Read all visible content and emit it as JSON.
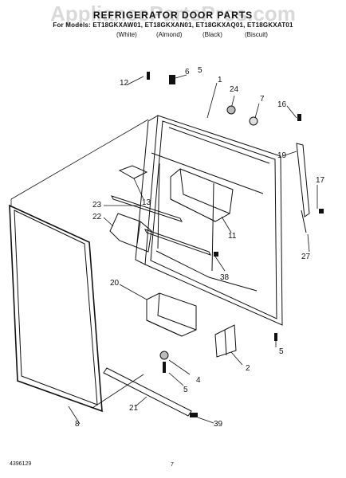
{
  "header": {
    "watermark": "AppliancePartsPros.com",
    "title": "REFRIGERATOR DOOR PARTS",
    "models": "For Models: ET18GKXAW01, ET18GKXAN01, ET18GKXAQ01, ET18GKXAT01",
    "finishes": [
      "(White)",
      "(Almond)",
      "(Black)",
      "(Biscuit)"
    ]
  },
  "callouts": [
    "1",
    "2",
    "4",
    "5",
    "5",
    "5",
    "6",
    "7",
    "8",
    "11",
    "12",
    "13",
    "16",
    "17",
    "19",
    "20",
    "21",
    "22",
    "23",
    "24",
    "27",
    "38",
    "39"
  ],
  "footer": {
    "doc_number": "4396129",
    "page": "7"
  }
}
